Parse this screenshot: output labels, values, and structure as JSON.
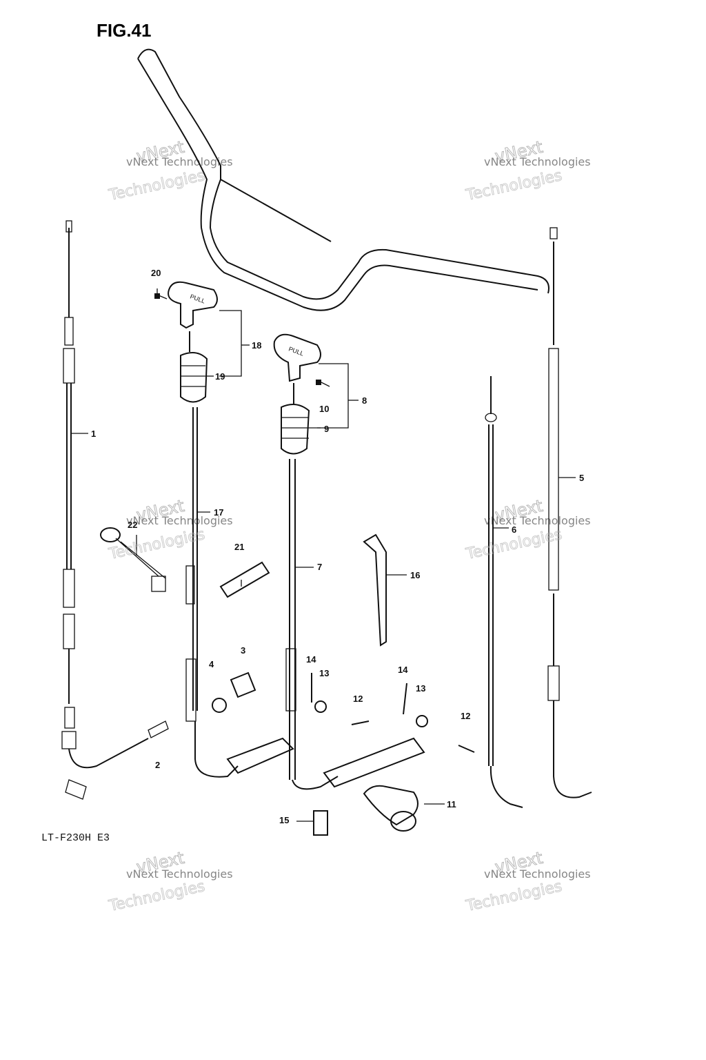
{
  "figure_title": "FIG.41",
  "model_code": "LT-F230H E3",
  "watermark": {
    "line1": "vNext Technologies",
    "line2": "vNext",
    "line3": "Technologies"
  },
  "part_labels": [
    "1",
    "2",
    "3",
    "4",
    "5",
    "6",
    "7",
    "8",
    "9",
    "10",
    "11",
    "12",
    "12",
    "13",
    "13",
    "14",
    "14",
    "15",
    "16",
    "17",
    "18",
    "19",
    "20",
    "21",
    "22"
  ],
  "tag_text": {
    "choke": "PULL",
    "throttle": "PULL"
  }
}
